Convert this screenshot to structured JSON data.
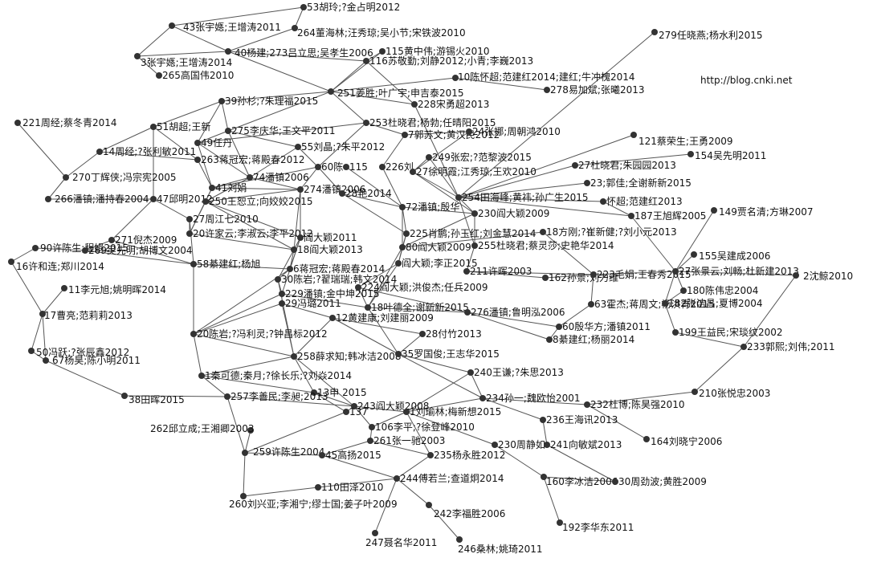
{
  "watermark": "http://blog.cnki.net",
  "nodes": [
    {
      "id": "n1",
      "label": "43张宇嫕;王增涛2011"
    },
    {
      "id": "n2",
      "label": "53胡玲;?金占明2012"
    },
    {
      "id": "n3",
      "label": "264董海林;汪秀琼;吴小节;宋铁波2010"
    },
    {
      "id": "n4",
      "label": "40杨建;273吕立思;吴孝生2006"
    },
    {
      "id": "n5",
      "label": "115黄中伟;游锡火2010"
    },
    {
      "id": "n6",
      "label": "279任晓燕;杨水利2015"
    },
    {
      "id": "n7",
      "label": "3张宇嫕;王增涛2014"
    },
    {
      "id": "n8",
      "label": "265高国伟2010"
    },
    {
      "id": "n9",
      "label": "116苏敬勤;刘静2012;小青;李巍2013"
    },
    {
      "id": "n10",
      "label": "10陈怀超;范建红2014;建红;牛冲槐2014"
    },
    {
      "id": "n11",
      "label": "278易加斌;张曦2013"
    },
    {
      "id": "n12",
      "label": "251姜胜;叶广宇;申吉泰2015"
    },
    {
      "id": "n13",
      "label": "39孙杉;?朱理福2015"
    },
    {
      "id": "n14",
      "label": "228宋勇超2013"
    },
    {
      "id": "n15",
      "label": "221周经;蔡冬青2014"
    },
    {
      "id": "n16",
      "label": "51胡超;王新"
    },
    {
      "id": "n17",
      "label": "253杜晓君;杨勃;任晴阳2015"
    },
    {
      "id": "n18",
      "label": "7郭苏文;黄汉民2012"
    },
    {
      "id": "n19",
      "label": "24张娜;周朝鸿2010"
    },
    {
      "id": "n20",
      "label": "275李庆华;王文平2011"
    },
    {
      "id": "n21",
      "label": "121蔡荣生;王勇2009"
    },
    {
      "id": "n22",
      "label": "154吴先明2011"
    },
    {
      "id": "n23",
      "label": "14周经;?张利敏2011"
    },
    {
      "id": "n24",
      "label": "49任丹"
    },
    {
      "id": "n25",
      "label": "55刘晶;?朱平2012"
    },
    {
      "id": "n26",
      "label": "249张宏;?范黎波2015"
    },
    {
      "id": "n27",
      "label": "263蒋冠宏;蒋殿春2012"
    },
    {
      "id": "n28",
      "label": "27杜晓君;朱园园2013"
    },
    {
      "id": "n29",
      "label": "270丁辉侠;冯宗宪2005"
    },
    {
      "id": "n30",
      "label": "74潘镇2006"
    },
    {
      "id": "n31",
      "label": "60陈"
    },
    {
      "id": "n32",
      "label": "115"
    },
    {
      "id": "n33",
      "label": "226刘"
    },
    {
      "id": "n34",
      "label": "27徐明霞;江秀琼;王欢2010"
    },
    {
      "id": "n35",
      "label": "23;郭佳;全谢新新2015"
    },
    {
      "id": "n36",
      "label": "41刘娟"
    },
    {
      "id": "n37",
      "label": "274潘镇2006"
    },
    {
      "id": "n38",
      "label": "254田海峰;黄祎;孙广生2015"
    },
    {
      "id": "n39",
      "label": "怀超;范建红2013"
    },
    {
      "id": "n40",
      "label": "266潘镇;潘持春2004"
    },
    {
      "id": "n41",
      "label": "47邱明2012"
    },
    {
      "id": "n42",
      "label": "250王恕立;向姣姣2015"
    },
    {
      "id": "n43",
      "label": "28艳2014"
    },
    {
      "id": "n44",
      "label": "72潘镇;殷华"
    },
    {
      "id": "n45",
      "label": "230阎大颖2009"
    },
    {
      "id": "n46",
      "label": "187王旭辉2005"
    },
    {
      "id": "n47",
      "label": "149贾名清;方琳2007"
    },
    {
      "id": "n48",
      "label": "27周江七2010"
    },
    {
      "id": "n49",
      "label": "20许家云;李淑云;李平2012"
    },
    {
      "id": "n50",
      "label": "阎大颖2011"
    },
    {
      "id": "n51",
      "label": "225肖鹏;孙玉红;刘金慧2014"
    },
    {
      "id": "n52",
      "label": "18方刚;?崔新健;?刘小元2013"
    },
    {
      "id": "n53",
      "label": "271倪杰2009"
    },
    {
      "id": "n54",
      "label": "80阎大颖2009"
    },
    {
      "id": "n55",
      "label": "255杜晓君;蔡灵莎;史艳华2014"
    },
    {
      "id": "n56",
      "label": "90许陈生;程娟2015"
    },
    {
      "id": "n57",
      "label": "269吴先明;胡博文2004"
    },
    {
      "id": "n58",
      "label": "18阎大颖2013"
    },
    {
      "id": "n59",
      "label": "155吴建成2006"
    },
    {
      "id": "n60",
      "label": "58綦建红;杨旭"
    },
    {
      "id": "n61",
      "label": "6蒋冠宏;蒋殿春2014"
    },
    {
      "id": "n62",
      "label": "阎大颖;李正2015"
    },
    {
      "id": "n63",
      "label": "16许和连;郑川2014"
    },
    {
      "id": "n64",
      "label": "211许晖2003"
    },
    {
      "id": "n65",
      "label": "162孙景;刘力维"
    },
    {
      "id": "n66",
      "label": "223毛娟;王春秀2015"
    },
    {
      "id": "n67",
      "label": "27张景云;刘畅;杜新建2013"
    },
    {
      "id": "n68",
      "label": "2沈鲸2010"
    },
    {
      "id": "n69",
      "label": "11李元旭;姚明晖2014"
    },
    {
      "id": "n70",
      "label": "30陈岩;?翟瑞瑞;韩文2014"
    },
    {
      "id": "n71",
      "label": "180陈伟忠2004"
    },
    {
      "id": "n72",
      "label": "229潘镇;金中坤2015"
    },
    {
      "id": "n73",
      "label": "224阎大颖;洪俊杰;任兵2009"
    },
    {
      "id": "n74",
      "label": "63霍杰;蒋周文;杨洪青2015"
    },
    {
      "id": "n75",
      "label": "182张洁昌;夏博2004"
    },
    {
      "id": "n76",
      "label": "17曹亮;范莉莉2013"
    },
    {
      "id": "n77",
      "label": "29冯璐2011"
    },
    {
      "id": "n78",
      "label": "18叶德全;谢新新2015"
    },
    {
      "id": "n79",
      "label": "276潘镇;鲁明泓2006"
    },
    {
      "id": "n80",
      "label": "12黄建康;刘建丽2009"
    },
    {
      "id": "n81",
      "label": "60殷华方;潘镇2011"
    },
    {
      "id": "n82",
      "label": "199王益民;宋琰纹2002"
    },
    {
      "id": "n83",
      "label": "20陈岩;?冯利灵;?钟昌标2012"
    },
    {
      "id": "n84",
      "label": "28付竹2013"
    },
    {
      "id": "n85",
      "label": "8綦建红;杨丽2014"
    },
    {
      "id": "n86",
      "label": "233郭熙;刘伟;2011"
    },
    {
      "id": "n87",
      "label": "50冯跃;?张辰鑫2012"
    },
    {
      "id": "n88",
      "label": "258薛求知;韩冰洁2008"
    },
    {
      "id": "n89",
      "label": "35罗国俊;王志华2015"
    },
    {
      "id": "n90",
      "label": "67杨昊;陈小明2011"
    },
    {
      "id": "n91",
      "label": "1秦可德;秦月;?徐长乐;?刘焱2014"
    },
    {
      "id": "n92",
      "label": "240王谦;?朱思2013"
    },
    {
      "id": "n93",
      "label": "13申 2015"
    },
    {
      "id": "n94",
      "label": "38田晖2015"
    },
    {
      "id": "n95",
      "label": "257李善民;李昶;2013"
    },
    {
      "id": "n96",
      "label": "234孙一;魏欧怡2001"
    },
    {
      "id": "n97",
      "label": "210张悦忠2003"
    },
    {
      "id": "n98",
      "label": "232杜博;陈昊强2010"
    },
    {
      "id": "n99",
      "label": "243阎大颖2008"
    },
    {
      "id": "n100",
      "label": "1刘瑜林;梅新想2015"
    },
    {
      "id": "n101",
      "label": "236王海讯2013"
    },
    {
      "id": "n102",
      "label": "137"
    },
    {
      "id": "n103",
      "label": "106李平;?徐登峰2010"
    },
    {
      "id": "n104",
      "label": "262邱立成;王湘卿2003"
    },
    {
      "id": "n105",
      "label": "261张一驰2003"
    },
    {
      "id": "n106",
      "label": "230周静如"
    },
    {
      "id": "n107",
      "label": "241向敏斌2013"
    },
    {
      "id": "n108",
      "label": "164刘晓宁2006"
    },
    {
      "id": "n109",
      "label": "259许陈生2004"
    },
    {
      "id": "n110",
      "label": "45高扬2015"
    },
    {
      "id": "n111",
      "label": "235杨永胜2012"
    },
    {
      "id": "n112",
      "label": "244傅若兰;查道炯2014"
    },
    {
      "id": "n113",
      "label": "160李冰洁2006"
    },
    {
      "id": "n114",
      "label": "30周劲波;黄胜2009"
    },
    {
      "id": "n115",
      "label": "110田泽2010"
    },
    {
      "id": "n116",
      "label": "260刘兴亚;李湘宁;缪士国;姜子叶2009"
    },
    {
      "id": "n117",
      "label": "242李福胜2006"
    },
    {
      "id": "n118",
      "label": "192李华东2011"
    },
    {
      "id": "n119",
      "label": "247聂名华2011"
    },
    {
      "id": "n120",
      "label": "246桑林;姚琦2011"
    }
  ]
}
